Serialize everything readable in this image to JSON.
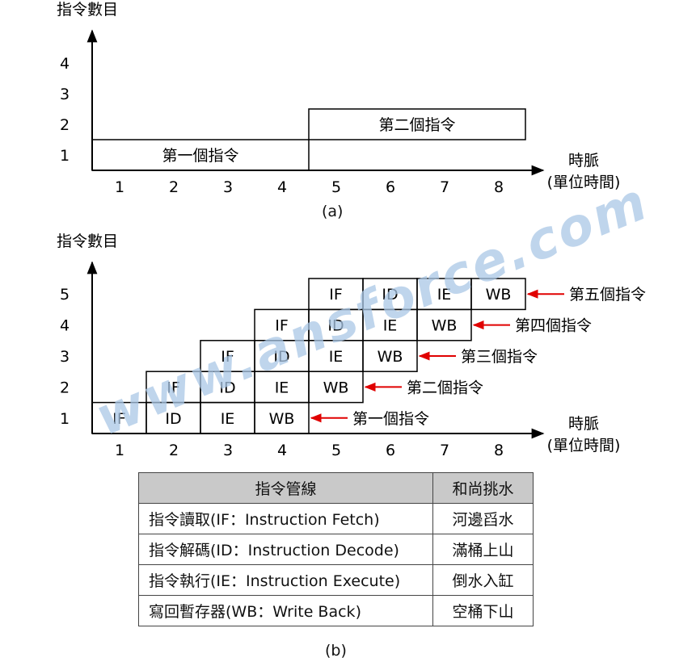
{
  "part_a": {
    "y_axis_title": "指令數目",
    "y_ticks": [
      "1",
      "2",
      "3",
      "4"
    ],
    "x_ticks": [
      "1",
      "2",
      "3",
      "4",
      "5",
      "6",
      "7",
      "8"
    ],
    "x_axis_title_line1": "時脈",
    "x_axis_title_line2": "(單位時間)",
    "bars": [
      {
        "label": "第一個指令",
        "row": 1,
        "start": 1,
        "end": 4
      },
      {
        "label": "第二個指令",
        "row": 2,
        "start": 5,
        "end": 8
      }
    ],
    "caption": "(a)"
  },
  "part_b": {
    "y_axis_title": "指令數目",
    "y_ticks": [
      "1",
      "2",
      "3",
      "4",
      "5"
    ],
    "x_ticks": [
      "1",
      "2",
      "3",
      "4",
      "5",
      "6",
      "7",
      "8"
    ],
    "x_axis_title_line1": "時脈",
    "x_axis_title_line2": "(單位時間)",
    "stages": [
      "IF",
      "ID",
      "IE",
      "WB"
    ],
    "instructions": [
      {
        "label": "第一個指令",
        "row": 1,
        "start": 1
      },
      {
        "label": "第二個指令",
        "row": 2,
        "start": 2
      },
      {
        "label": "第三個指令",
        "row": 3,
        "start": 3
      },
      {
        "label": "第四個指令",
        "row": 4,
        "start": 4
      },
      {
        "label": "第五個指令",
        "row": 5,
        "start": 5
      }
    ],
    "arrow_color": "#e00000",
    "caption": "(b)"
  },
  "table": {
    "headers": [
      "指令管線",
      "和尚挑水"
    ],
    "rows": [
      [
        "指令讀取(IF：Instruction Fetch)",
        "河邊舀水"
      ],
      [
        "指令解碼(ID：Instruction Decode)",
        "滿桶上山"
      ],
      [
        "指令執行(IE：Instruction Execute)",
        "倒水入缸"
      ],
      [
        "寫回暫存器(WB：Write Back)",
        "空桶下山"
      ]
    ],
    "header_bg": "#c9c9c9"
  },
  "watermark": {
    "text": "www.ansforce.com",
    "color": "#a9c7e6"
  }
}
